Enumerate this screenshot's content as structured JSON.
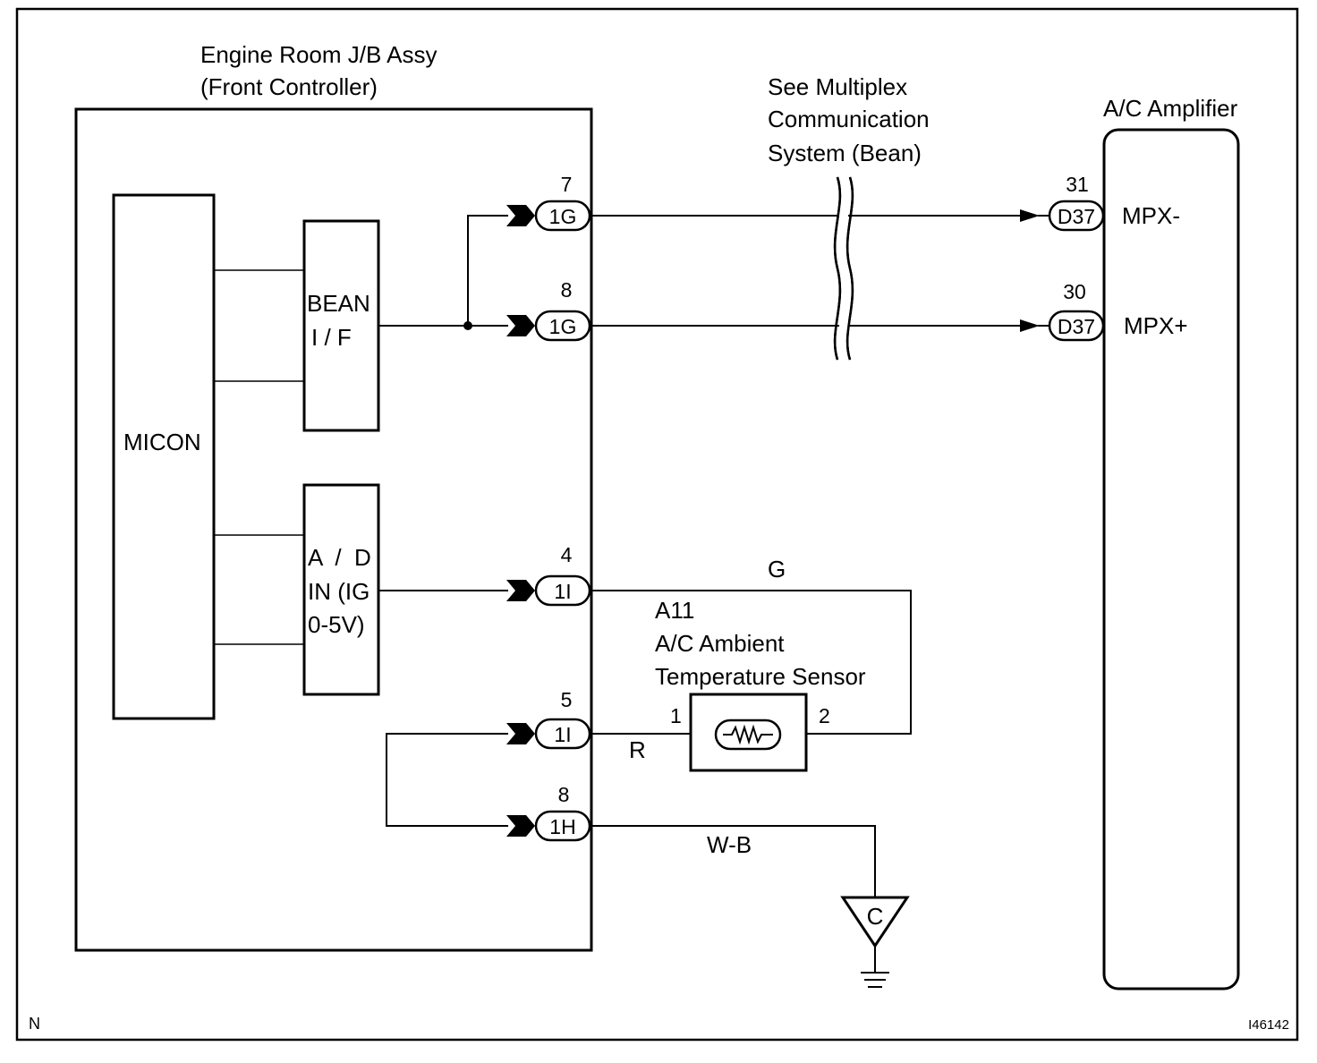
{
  "jb": {
    "title_line1": "Engine Room J/B Assy",
    "title_line2": "(Front Controller)",
    "micon_label": "MICON",
    "bean_if_line1": "BEAN",
    "bean_if_line2": "I / F",
    "ad_line1": "A  /  D",
    "ad_line2": "IN (IG",
    "ad_line3": "0-5V)"
  },
  "multiplex_note": {
    "line1": "See Multiplex",
    "line2": "Communication",
    "line3": "System (Bean)"
  },
  "amplifier": {
    "title": "A/C Amplifier",
    "mpx_minus": "MPX-",
    "mpx_plus": "MPX+"
  },
  "connectors": {
    "c1g_top": {
      "pin": "7",
      "name": "1G"
    },
    "c1g_bottom": {
      "pin": "8",
      "name": "1G"
    },
    "c1i_top": {
      "pin": "4",
      "name": "1I"
    },
    "c1i_bottom": {
      "pin": "5",
      "name": "1I"
    },
    "c1h": {
      "pin": "8",
      "name": "1H"
    },
    "d37_top": {
      "pin": "31",
      "name": "D37"
    },
    "d37_bottom": {
      "pin": "30",
      "name": "D37"
    }
  },
  "sensor": {
    "code": "A11",
    "name_line1": "A/C Ambient",
    "name_line2": "Temperature Sensor",
    "pin_left": "1",
    "pin_right": "2"
  },
  "wires": {
    "g": "G",
    "r": "R",
    "wb": "W-B"
  },
  "ground": {
    "label": "C"
  },
  "corner": {
    "left": "N",
    "right": "I46142"
  }
}
